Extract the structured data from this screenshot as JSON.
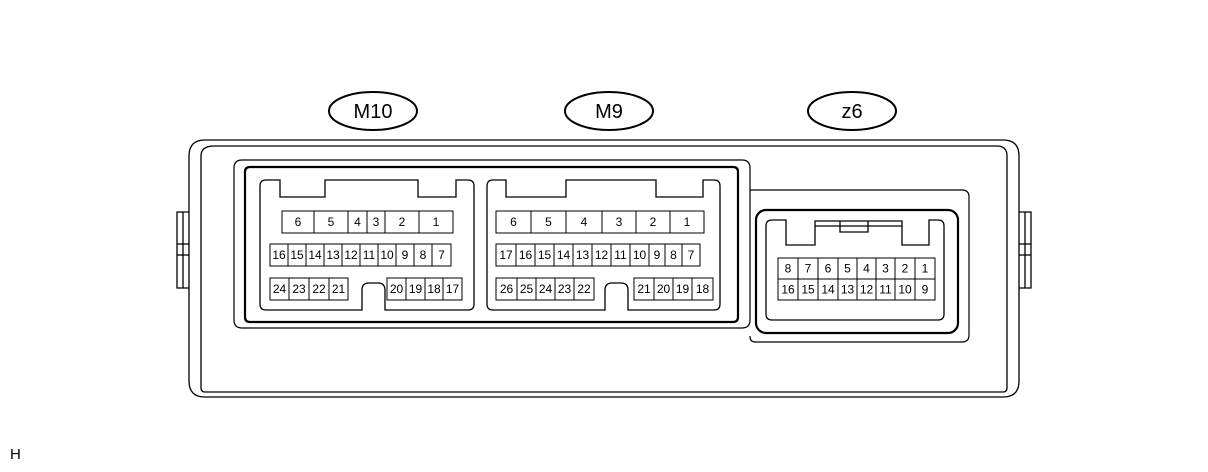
{
  "labels": {
    "left": "M10",
    "middle": "M9",
    "right": "z6"
  },
  "corner_code": "H",
  "connectors": {
    "m10": {
      "row1": [
        "6",
        "5",
        "4",
        "3",
        "2",
        "1"
      ],
      "row2": [
        "16",
        "15",
        "14",
        "13",
        "12",
        "11",
        "10",
        "9",
        "8",
        "7"
      ],
      "row3_left": [
        "24",
        "23",
        "22",
        "21"
      ],
      "row3_right": [
        "20",
        "19",
        "18",
        "17"
      ]
    },
    "m9": {
      "row1": [
        "6",
        "5",
        "4",
        "3",
        "2",
        "1"
      ],
      "row2": [
        "17",
        "16",
        "15",
        "14",
        "13",
        "12",
        "11",
        "10",
        "9",
        "8",
        "7"
      ],
      "row3_left": [
        "26",
        "25",
        "24",
        "23",
        "22"
      ],
      "row3_right": [
        "21",
        "20",
        "19",
        "18"
      ]
    },
    "z6": {
      "row1": [
        "8",
        "7",
        "6",
        "5",
        "4",
        "3",
        "2",
        "1"
      ],
      "row2": [
        "16",
        "15",
        "14",
        "13",
        "12",
        "11",
        "10",
        "9"
      ]
    }
  }
}
